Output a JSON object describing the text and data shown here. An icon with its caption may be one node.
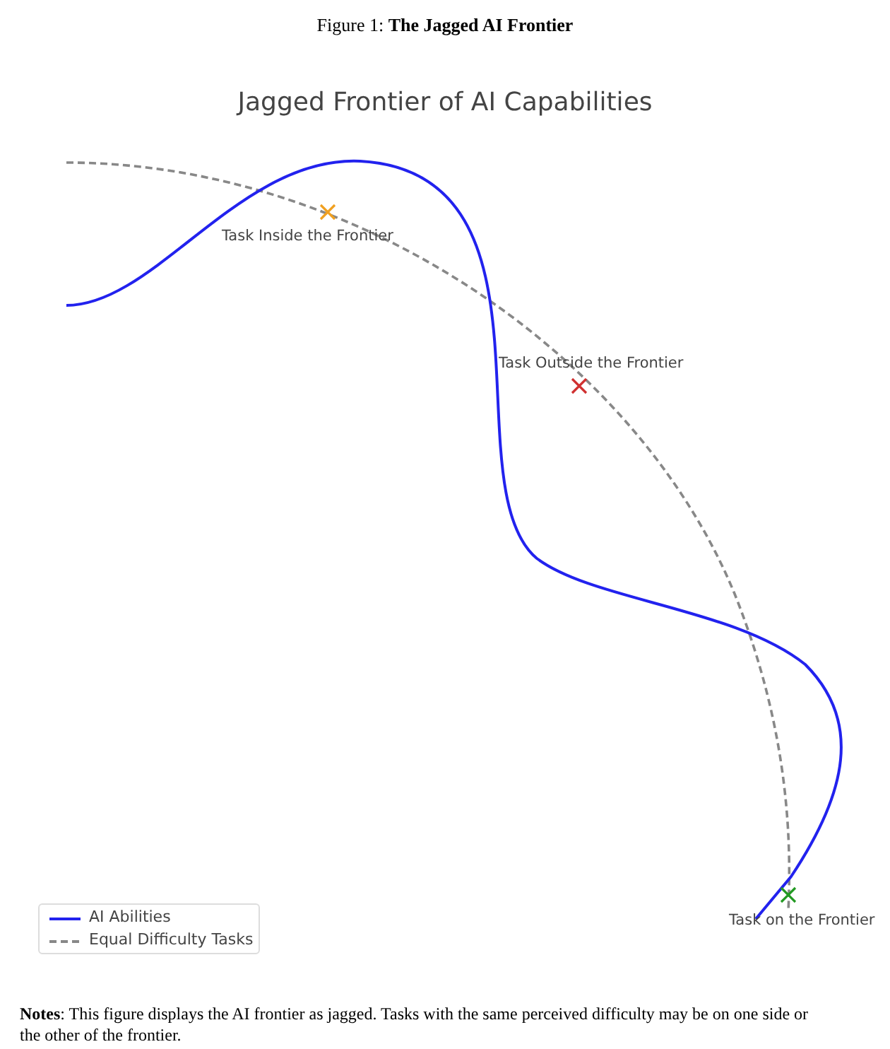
{
  "diagram": {
    "title": "Figure 1: **The Jagged AI Frontier**",
    "labels": [
      "Jagged Frontier of AI Capabilities",
      "Task Inside the Frontier",
      "Task Outside the Frontier",
      "Task on the Frontier"
    ],
    "legend": [
      {
        "text": "AI Abilities"
      },
      {
        "text": "Equal Difficulty Tasks"
      }
    ],
    "caption": "**Notes**: This figure displays the AI frontier as jagged. Tasks with the same perceived difficulty may be on one side or the other of the frontier."
  }
}
